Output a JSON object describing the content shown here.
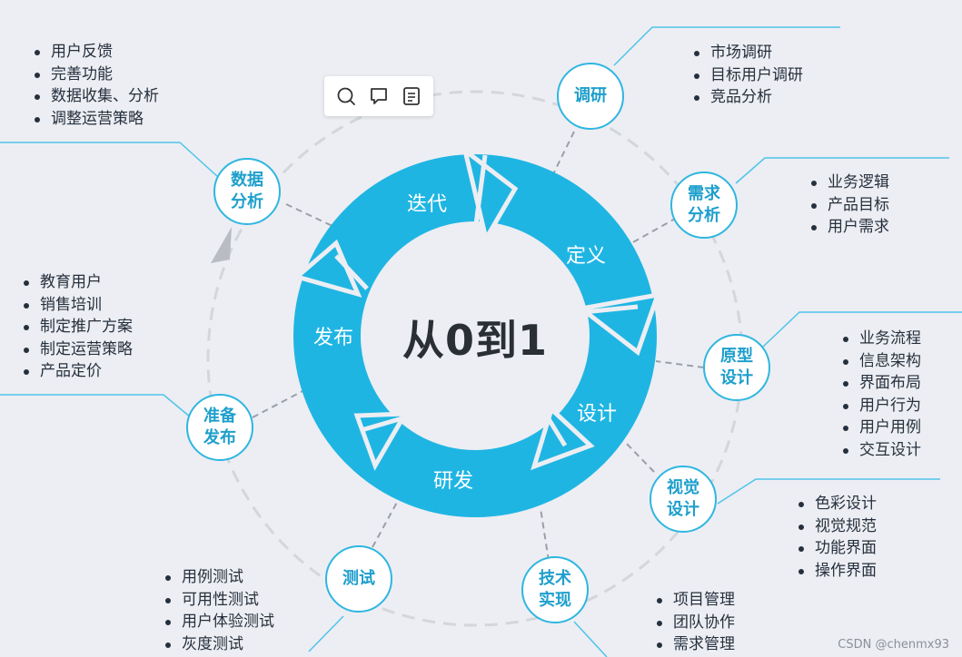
{
  "center_title": "从0到1",
  "segments": [
    {
      "id": "iterate",
      "label": "迭代"
    },
    {
      "id": "define",
      "label": "定义"
    },
    {
      "id": "design",
      "label": "设计"
    },
    {
      "id": "develop",
      "label": "研发"
    },
    {
      "id": "publish",
      "label": "发布"
    }
  ],
  "nodes": [
    {
      "id": "research",
      "label": "调研",
      "items": [
        "市场调研",
        "目标用户调研",
        "竞品分析"
      ]
    },
    {
      "id": "requirements",
      "label": "需求\n分析",
      "items": [
        "业务逻辑",
        "产品目标",
        "用户需求"
      ]
    },
    {
      "id": "prototype",
      "label": "原型\n设计",
      "items": [
        "业务流程",
        "信息架构",
        "界面布局",
        "用户行为",
        "用户用例",
        "交互设计"
      ]
    },
    {
      "id": "visual",
      "label": "视觉\n设计",
      "items": [
        "色彩设计",
        "视觉规范",
        "功能界面",
        "操作界面"
      ]
    },
    {
      "id": "tech",
      "label": "技术\n实现",
      "items": [
        "项目管理",
        "团队协作",
        "需求管理"
      ]
    },
    {
      "id": "testing",
      "label": "测试",
      "items": [
        "用例测试",
        "可用性测试",
        "用户体验测试",
        "灰度测试"
      ]
    },
    {
      "id": "prepare",
      "label": "准备\n发布",
      "items": [
        "教育用户",
        "销售培训",
        "制定推广方案",
        "制定运营策略",
        "产品定价"
      ]
    },
    {
      "id": "data",
      "label": "数据\n分析",
      "items": [
        "用户反馈",
        "完善功能",
        "数据收集、分析",
        "调整运营策略"
      ]
    }
  ],
  "toolbar": {
    "search_icon": "search-icon",
    "comment_icon": "comment-icon",
    "note_icon": "note-icon"
  },
  "watermark": "CSDN @chenmx93",
  "colors": {
    "ring": "#1fb5e3",
    "node_border": "#2fb6e0",
    "node_text": "#1e9fcc",
    "line": "#4ec4ea",
    "dash": "#c9ccd1",
    "background": "#eceef3"
  }
}
